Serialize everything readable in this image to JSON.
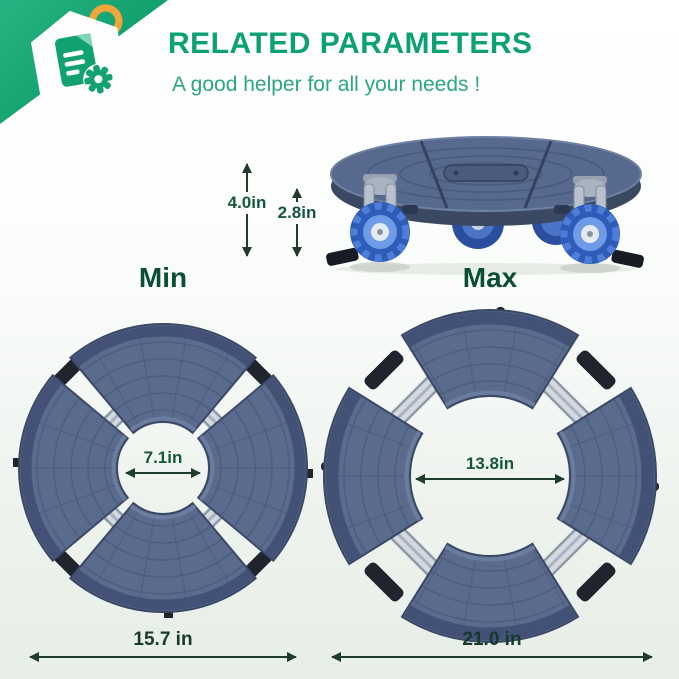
{
  "header": {
    "title": "RELATED PARAMETERS",
    "subtitle": "A good helper for all your needs !"
  },
  "side_view": {
    "total_height": "4.0in",
    "platform_height": "2.8in"
  },
  "views": [
    {
      "label": "Min",
      "inner_diameter": "7.1in",
      "overall_width": "15.7 in"
    },
    {
      "label": "Max",
      "inner_diameter": "13.8in",
      "overall_width": "21.0 in"
    }
  ],
  "icons": {
    "badge": "document-gear-icon"
  },
  "colors": {
    "accent_green": "#0ba173",
    "subtitle_green": "#2ca87d",
    "dark_green": "#0a4f35",
    "dimension_green": "#14573d",
    "platform_slate": "#5a6b8d",
    "wheel_blue": "#2f5cb8",
    "rail_silver": "#d3d9e0",
    "tag_orange": "#f2a63c"
  }
}
